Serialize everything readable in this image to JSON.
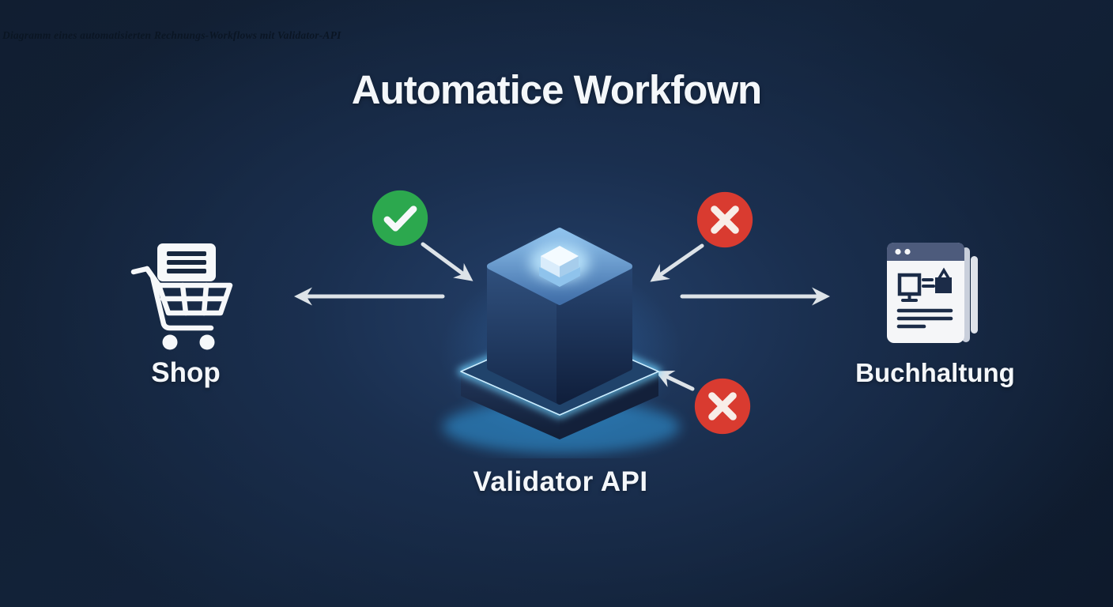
{
  "caption": {
    "text": "Diagramm eines automatisierten Rechnungs-Workflows mit Validator-API"
  },
  "title": {
    "text": "Automatice Workfown"
  },
  "diagram": {
    "nodes": [
      {
        "id": "shop",
        "label": "Shop",
        "icon": "shopping-cart-icon",
        "side": "left"
      },
      {
        "id": "validator",
        "label": "Validator API",
        "icon": "glowing-cube-platform-icon",
        "side": "center"
      },
      {
        "id": "accounting",
        "label": "Buchhaltung",
        "icon": "invoice-document-stack-icon",
        "side": "right"
      }
    ],
    "badges": [
      {
        "id": "success-check",
        "type": "check",
        "meaning": "valid",
        "position": "upper-left-of-validator"
      },
      {
        "id": "error-x-top",
        "type": "x",
        "meaning": "invalid",
        "position": "upper-right-of-validator"
      },
      {
        "id": "error-x-bottom",
        "type": "x",
        "meaning": "invalid",
        "position": "lower-right-of-validator"
      }
    ],
    "arrows": [
      {
        "id": "check-to-validator",
        "from": "success-check",
        "to": "validator",
        "direction": "down-right"
      },
      {
        "id": "x-top-to-validator",
        "from": "error-x-top",
        "to": "validator",
        "direction": "down-left"
      },
      {
        "id": "validator-to-shop",
        "from": "validator",
        "to": "shop",
        "direction": "left"
      },
      {
        "id": "validator-to-accounting",
        "from": "validator",
        "to": "accounting",
        "direction": "right"
      },
      {
        "id": "x-bottom-to-validator",
        "from": "error-x-bottom",
        "to": "validator",
        "direction": "up-left"
      }
    ]
  },
  "colors": {
    "background_center": "#24406a",
    "background_edge": "#0e1a2c",
    "accent_glow": "#45b9ff",
    "success_green": "#2ca84e",
    "error_red": "#d93b30",
    "arrow_gray": "#dde3e8",
    "text_primary": "#f4f7fa",
    "icon_white": "#f6f8fa",
    "doc_header_slate": "#4d5b7c"
  }
}
